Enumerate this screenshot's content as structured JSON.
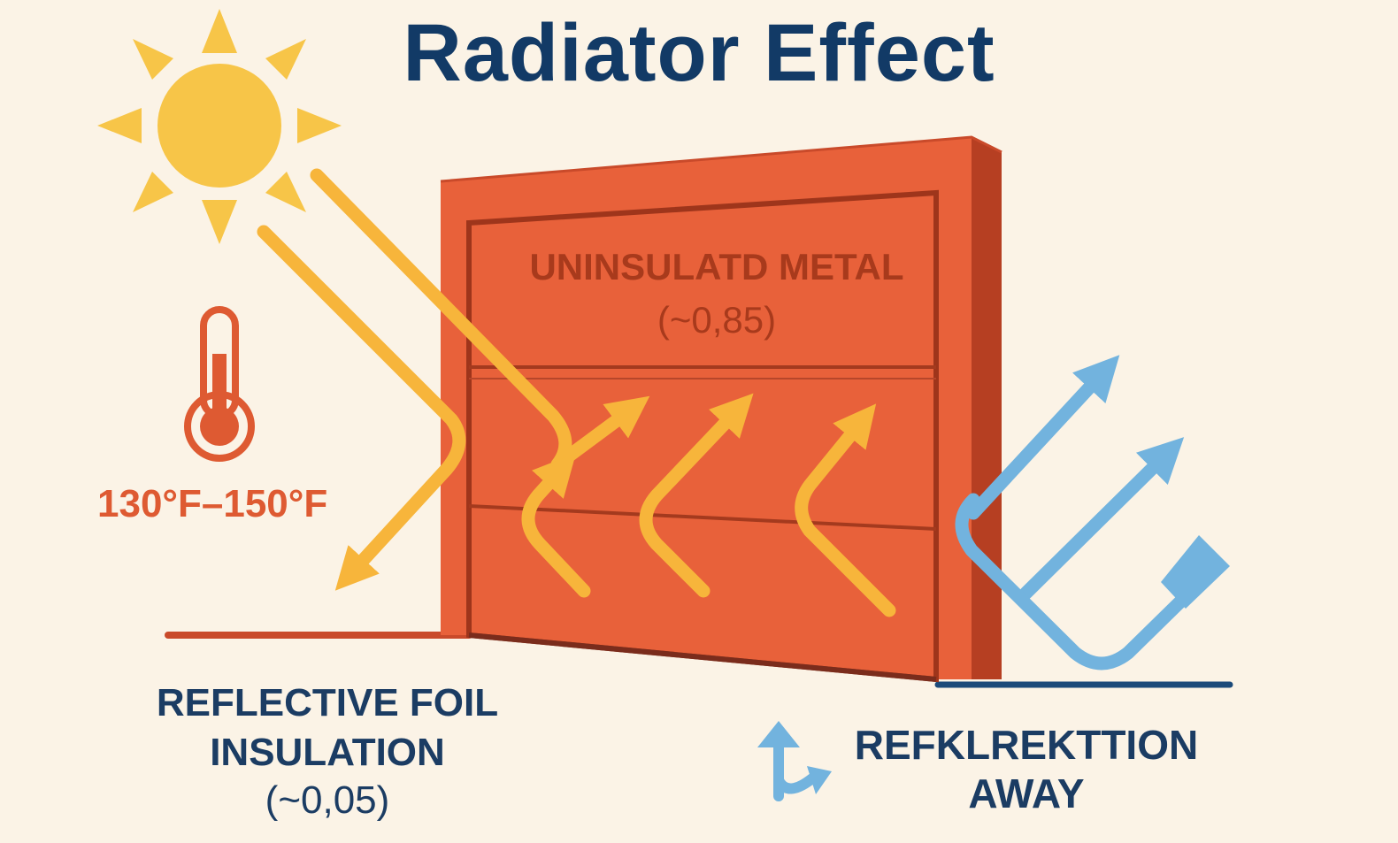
{
  "title": "Radiator Effect",
  "panel": {
    "label": "UNINSULATD METAL",
    "emissivity": "(~0,85)"
  },
  "thermometer": {
    "range_label": "130°F–150°F"
  },
  "foil": {
    "line1": "REFLECTIVE FOIL",
    "line2": "INSULATION",
    "emissivity": "(~0,05)"
  },
  "reflection": {
    "line1": "REFKLREKTTION",
    "line2": "AWAY"
  },
  "colors": {
    "background": "#fbf3e6",
    "title": "#123a66",
    "panel_front": "#e8613a",
    "panel_side": "#b63f22",
    "panel_text": "#a83a1c",
    "heat_arrow": "#f7b53b",
    "sun": "#f7c548",
    "reflect_arrow": "#72b3de",
    "thermometer": "#de5a32",
    "label_navy": "#1b3c63"
  },
  "icons": [
    "sun-icon",
    "thermometer-icon",
    "reflect-away-icon"
  ]
}
